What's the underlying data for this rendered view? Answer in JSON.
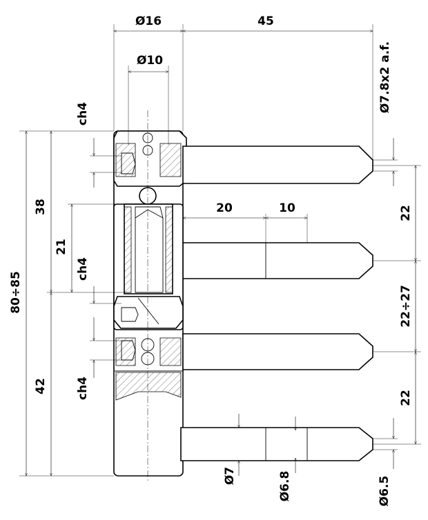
{
  "dimensions": {
    "shaft_diameter": "Ø16",
    "pin_length": "45",
    "inner_diameter": "Ø10",
    "across_flats": "Ø7.8x2 a.f.",
    "hex_top": "ch4",
    "hex_middle": "ch4",
    "hex_bottom": "ch4",
    "upper_height": "38",
    "upper_offset": "21",
    "overall_height": "80÷85",
    "lower_height": "42",
    "pitch_top": "22",
    "pitch_middle": "22÷27",
    "pitch_bottom": "22",
    "step_long": "20",
    "step_short": "10",
    "pin_diameter_a": "Ø7",
    "pin_diameter_b": "Ø6.8",
    "pin_diameter_c": "Ø6.5"
  }
}
